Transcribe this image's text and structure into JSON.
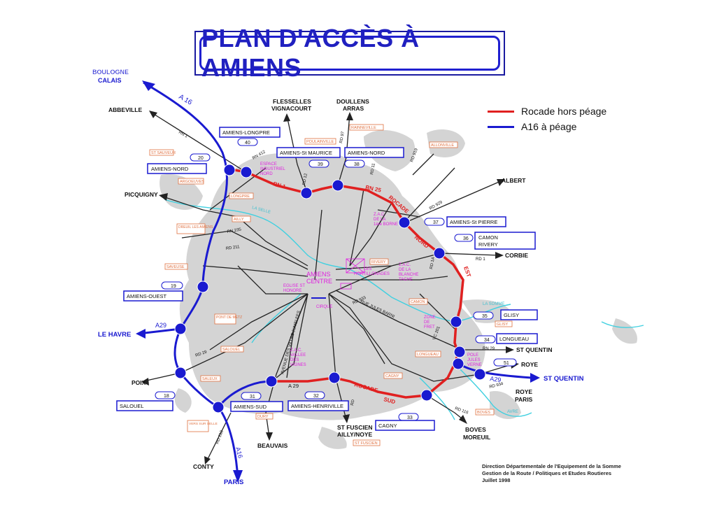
{
  "title": "PLAN D'ACCÈS À AMIENS",
  "legend": {
    "items": [
      {
        "label": "Rocade hors péage",
        "color": "#e02020"
      },
      {
        "label": "A16 à péage",
        "color": "#1a1ad0"
      }
    ]
  },
  "credits": {
    "line1": "Direction Départementale de l'Equipement de la Somme",
    "line2": "Gestion de la Route / Politiques et Etudes Routieres",
    "line3": "Juillet 1998"
  },
  "colors": {
    "urban": "#d4d4d4",
    "road": "#222222",
    "rocade": "#e02020",
    "motorway": "#1a1ad0",
    "river": "#40d0e0",
    "zone_text": "#e020e0",
    "commune_box": "#e07040"
  },
  "destinations": {
    "boulogne": "BOULOGNE",
    "calais": "CALAIS",
    "abbeville": "ABBEVILLE",
    "flesselles": "FLESSELLES",
    "vignacourt": "VIGNACOURT",
    "doullens": "DOULLENS",
    "arras": "ARRAS",
    "albert": "ALBERT",
    "picquigny": "PICQUIGNY",
    "corbie": "CORBIE",
    "le_havre": "LE HAVRE",
    "st_quentin": "ST QUENTIN",
    "st_quentin_a29": "ST QUENTIN",
    "roye": "ROYE",
    "roye2": "ROYE",
    "paris2": "PARIS",
    "poix": "POIX",
    "beauvais": "BEAUVAIS",
    "st_fuscien": "ST FUSCIEN",
    "ailly": "AILLY/NOYE",
    "boves": "BOVES",
    "moreuil": "MOREUIL",
    "conty": "CONTY",
    "paris": "PARIS"
  },
  "exits": [
    {
      "number": "40",
      "label": "AMIENS-LONGPRE"
    },
    {
      "number": "20",
      "label": "AMIENS-NORD"
    },
    {
      "number": "39",
      "label": "AMIENS-St MAURICE"
    },
    {
      "number": "38",
      "label": "AMIENS-NORD"
    },
    {
      "number": "37",
      "label": "AMIENS-St PIERRE"
    },
    {
      "number": "36",
      "label": "CAMON RIVERY"
    },
    {
      "number": "35",
      "label": "GLISY"
    },
    {
      "number": "34",
      "label": "LONGUEAU"
    },
    {
      "number": "51",
      "label": "ROYE"
    },
    {
      "number": "19",
      "label": "AMIENS-OUEST"
    },
    {
      "number": "18",
      "label": "SALOUEL"
    },
    {
      "number": "31",
      "label": "AMIENS-SUD"
    },
    {
      "number": "32",
      "label": "AMIENS-HENRIVILLE"
    },
    {
      "number": "33",
      "label": "CAGNY"
    }
  ],
  "roads": {
    "a16": "A 16",
    "a16_south": "A16",
    "a29": "A29",
    "a29_east": "A29",
    "a29_south": "A 29",
    "rn1": "RN 1",
    "rn1_west": "RN 1",
    "rn25": "RN 25",
    "rocade_nord": "ROCADE",
    "nord": "NORD",
    "est": "EST",
    "rocade_sud": "ROCADE",
    "sud": "SUD",
    "rn235": "RN 235",
    "rd211": "RD 211",
    "rd929": "RD 929",
    "rd1": "RD 1",
    "rn29": "RN 29",
    "rd29": "RD 29",
    "rd116": "RD 116",
    "rd934": "RD 934",
    "rd": "RD",
    "rd210": "RD 210",
    "rd12": "RD 12",
    "rd97": "RD 97",
    "rd11": "RD 11",
    "rd919": "RD 919",
    "vc201": "VC 201",
    "rd1a": "RD 1A",
    "rd933": "RD 933",
    "rn412": "RN 412"
  },
  "zones": {
    "amiens_centre_1": "AMIENS",
    "amiens_centre_2": "CENTRE",
    "espace_1": "ESPACE",
    "espace_2": "INDUSTRIEL",
    "espace_3": "NORD",
    "zac_pierre_1": "Z.A.C.",
    "zac_pierre_2": "DE LA",
    "zac_pierre_3": "1ère BORNE",
    "zac_blanche_1": "Z.A.C.",
    "zac_blanche_2": "DE LA",
    "zac_blanche_3": "BLANCHE",
    "zac_blanche_4": "TACHE",
    "hortillonages_1": "LES",
    "hortillonages_2": "HORTILLONAGES",
    "eglise_1": "EGLISE ST",
    "eglise_2": "HONORE",
    "cirque": "CIRQUE",
    "vallee_1": "Z.A.C.",
    "vallee_2": "VALLEE",
    "vallee_3": "DES",
    "vallee_4": "VIGNES",
    "fret_1": "ZONE",
    "fret_2": "DE",
    "fret_3": "FRET",
    "jv_1": "POLE",
    "jv_2": "JULES",
    "jv_3": "VERNE",
    "la_somme": "LA SOMME",
    "la_selle": "LA SELLE",
    "avre": "AVRE",
    "rue_boll": "RUE JULES BARNI",
    "ave_villes": "AVENUE DES VILLES JUMELEES",
    "rivery_box": "RIVERY"
  },
  "communes": {
    "st_sauveur": "ST SAUVEUR",
    "argoeuves": "ARGOEUVES",
    "longpre": "LONGPRE",
    "dreuil": "DREUIL LES AMIENS",
    "ailly": "AILLY",
    "saveuse": "SAVEUSE",
    "pont_metz": "PONT DE METZ",
    "salouel": "SALOUEL",
    "saleux": "SALEUX",
    "vers": "VERS SUR SELLE",
    "dury": "DURY",
    "st_fuscien": "ST FUSCIEN",
    "cagny": "CAGNY",
    "boves": "BOVES",
    "longueau": "LONGUEAU",
    "glisy": "GLISY",
    "camon": "CAMON",
    "rainneville": "RAINNEVILLE",
    "allonville": "ALLONVILLE",
    "poulainville": "POULAINVILLE"
  }
}
